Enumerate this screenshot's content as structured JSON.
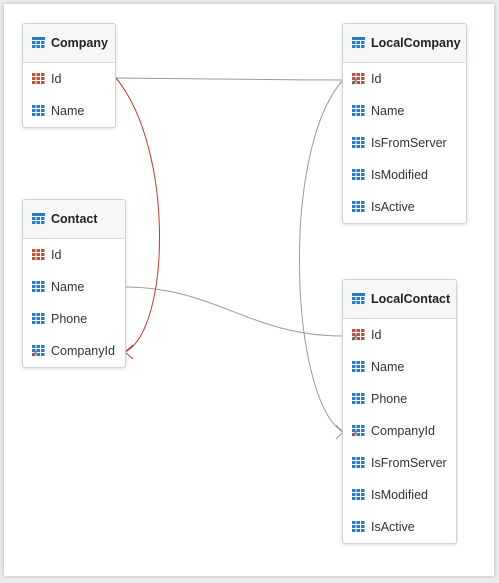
{
  "colors": {
    "fk_relation": "#c0392b",
    "link": "#9a9a9a",
    "table_icon": "#2b7bc0",
    "key_icon": "#b5533c"
  },
  "entities": {
    "company": {
      "title": "Company",
      "icon": "table-icon",
      "fields": [
        {
          "name": "Id",
          "icon": "primary-key-icon"
        },
        {
          "name": "Name",
          "icon": "column-icon"
        }
      ]
    },
    "contact": {
      "title": "Contact",
      "icon": "table-icon",
      "fields": [
        {
          "name": "Id",
          "icon": "primary-key-icon"
        },
        {
          "name": "Name",
          "icon": "column-icon"
        },
        {
          "name": "Phone",
          "icon": "column-icon"
        },
        {
          "name": "CompanyId",
          "icon": "foreign-key-icon"
        }
      ]
    },
    "localcompany": {
      "title": "LocalCompany",
      "icon": "table-icon",
      "fields": [
        {
          "name": "Id",
          "icon": "key-link-icon"
        },
        {
          "name": "Name",
          "icon": "column-icon"
        },
        {
          "name": "IsFromServer",
          "icon": "column-icon"
        },
        {
          "name": "IsModified",
          "icon": "column-icon"
        },
        {
          "name": "IsActive",
          "icon": "column-icon"
        }
      ]
    },
    "localcontact": {
      "title": "LocalContact",
      "icon": "table-icon",
      "fields": [
        {
          "name": "Id",
          "icon": "key-link-icon"
        },
        {
          "name": "Name",
          "icon": "column-icon"
        },
        {
          "name": "Phone",
          "icon": "column-icon"
        },
        {
          "name": "CompanyId",
          "icon": "foreign-key-icon"
        },
        {
          "name": "IsFromServer",
          "icon": "column-icon"
        },
        {
          "name": "IsModified",
          "icon": "column-icon"
        },
        {
          "name": "IsActive",
          "icon": "column-icon"
        }
      ]
    }
  }
}
